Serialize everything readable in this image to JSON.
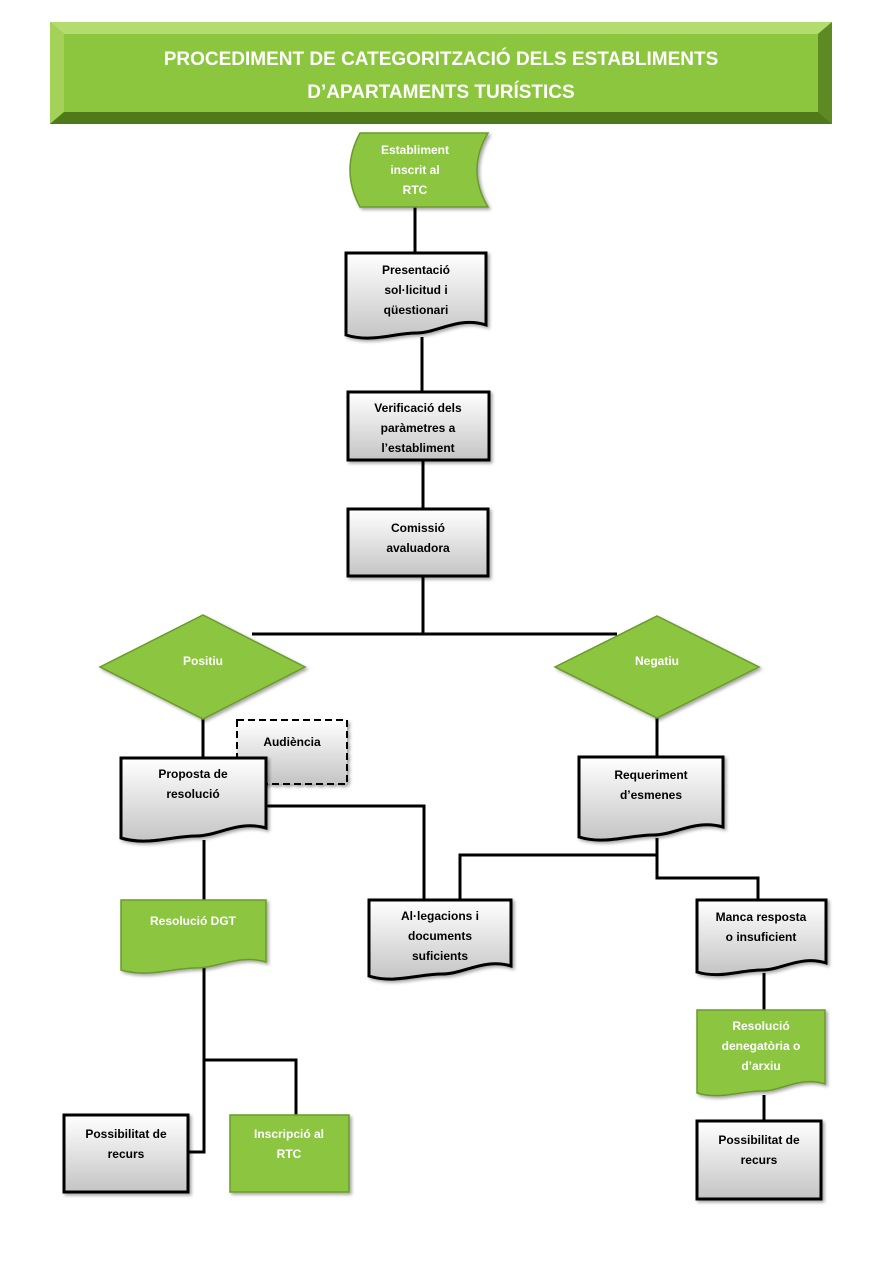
{
  "title": {
    "line1": "PROCEDIMENT DE CATEGORITZACIÓ DELS ESTABLIMENTS",
    "line2": "D’APARTAMENTS TURÍSTICS"
  },
  "colors": {
    "green": "#8cc63f",
    "green_dark": "#6a9a2a",
    "gray_top": "#ffffff",
    "gray_bottom": "#c8c8c8",
    "line": "#000000"
  },
  "nodes": {
    "establiment": {
      "lines": [
        "Establiment",
        "inscrit al",
        "RTC"
      ]
    },
    "presentacio": {
      "lines": [
        "Presentació",
        "sol·licitud i",
        "qüestionari"
      ]
    },
    "verificacio": {
      "lines": [
        "Verificació dels",
        "paràmetres a",
        "l’establiment"
      ]
    },
    "comissio": {
      "lines": [
        "Comissió",
        "avaluadora"
      ]
    },
    "positiu": {
      "lines": [
        "Positiu"
      ]
    },
    "negatiu": {
      "lines": [
        "Negatiu"
      ]
    },
    "audiencia": {
      "lines": [
        "Audiència"
      ]
    },
    "proposta": {
      "lines": [
        "Proposta de",
        "resolució"
      ]
    },
    "requeriment": {
      "lines": [
        "Requeriment",
        "d’esmenes"
      ]
    },
    "allegacions": {
      "lines": [
        "Al·legacions i",
        "documents",
        "suficients"
      ]
    },
    "manca": {
      "lines": [
        "Manca resposta",
        "o insuficient"
      ]
    },
    "resolucio_dgt": {
      "lines": [
        "Resolució DGT"
      ]
    },
    "resolucio_denegatoria": {
      "lines": [
        "Resolució",
        "denegatòria o",
        "d’arxiu"
      ]
    },
    "recurs_left": {
      "lines": [
        "Possibilitat de",
        "recurs"
      ]
    },
    "inscripcio": {
      "lines": [
        "Inscripció al",
        "RTC"
      ]
    },
    "recurs_right": {
      "lines": [
        "Possibilitat de",
        "recurs"
      ]
    }
  }
}
